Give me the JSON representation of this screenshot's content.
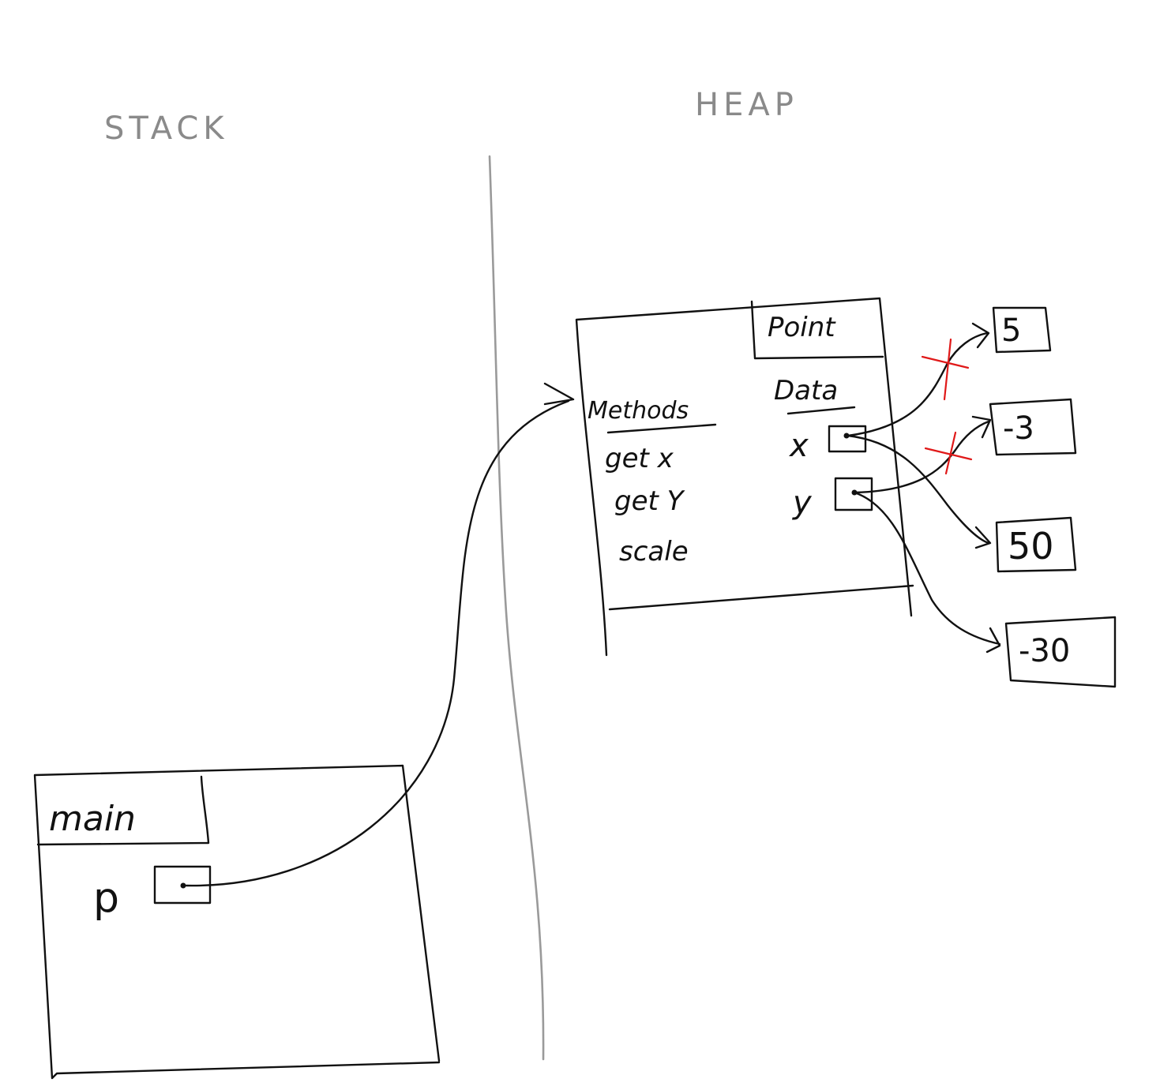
{
  "regions": {
    "stack_title": "STACK",
    "heap_title": "HEAP"
  },
  "stack_frame": {
    "name": "main",
    "variable": "p"
  },
  "heap_object": {
    "class_name": "Point",
    "methods_header": "Methods",
    "data_header": "Data",
    "methods": [
      "get x",
      "get Y",
      "scale"
    ],
    "fields": [
      "x",
      "y"
    ]
  },
  "values": {
    "x_old": "5",
    "y_old": "-3",
    "x_new": "50",
    "y_new": "-30"
  },
  "colors": {
    "ink": "#111111",
    "divider": "#9a9a9a",
    "strike": "#e01919"
  }
}
